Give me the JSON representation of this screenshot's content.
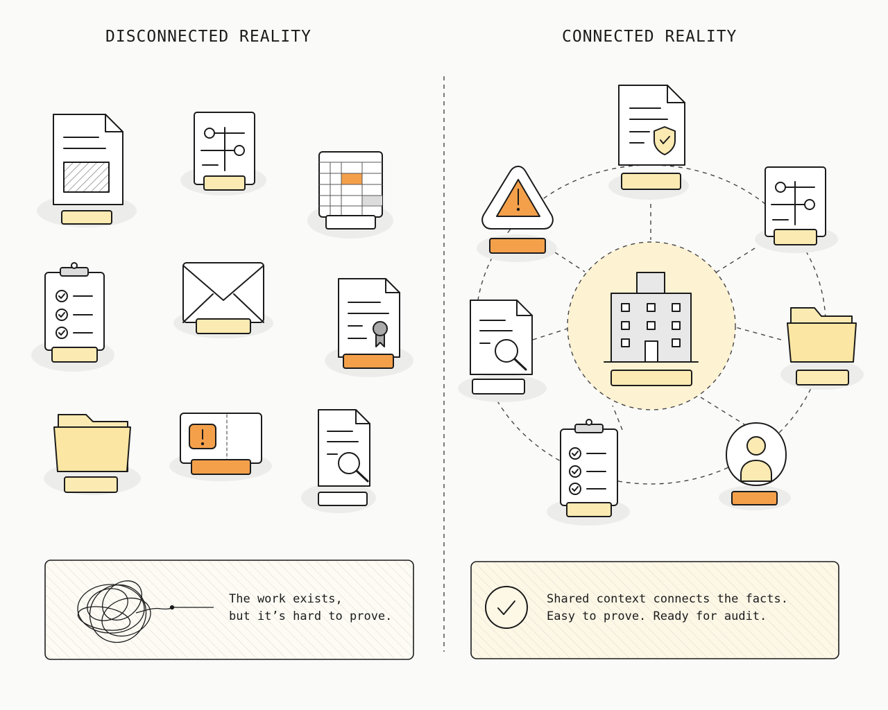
{
  "left_panel": {
    "title": "DISCONNECTED REALITY",
    "caption_line1": "The work exists,",
    "caption_line2": "but it’s hard to prove."
  },
  "right_panel": {
    "title": "CONNECTED REALITY",
    "caption_line1": "Shared context connects the facts.",
    "caption_line2": "Easy to prove. Ready for audit."
  },
  "colors": {
    "ink": "#1b1b1b",
    "pale_yellow": "#fbeab2",
    "accent_orange": "#f4a04b",
    "panel_cream": "#fdf7e6",
    "shadow_grey": "#ececea"
  },
  "icons": {
    "disconnected": [
      "document-icon",
      "process-flow-icon",
      "spreadsheet-icon",
      "clipboard-checklist-icon",
      "envelope-icon",
      "certificate-icon",
      "folder-icon",
      "alert-card-icon",
      "search-document-icon"
    ],
    "connected_center": "building-icon",
    "connected": [
      "shield-document-icon",
      "process-flow-icon",
      "folder-icon",
      "person-icon",
      "clipboard-checklist-icon",
      "search-document-icon",
      "warning-triangle-icon"
    ],
    "left_caption_icon": "tangle-scribble-icon",
    "right_caption_icon": "checkmark-circle-icon"
  }
}
